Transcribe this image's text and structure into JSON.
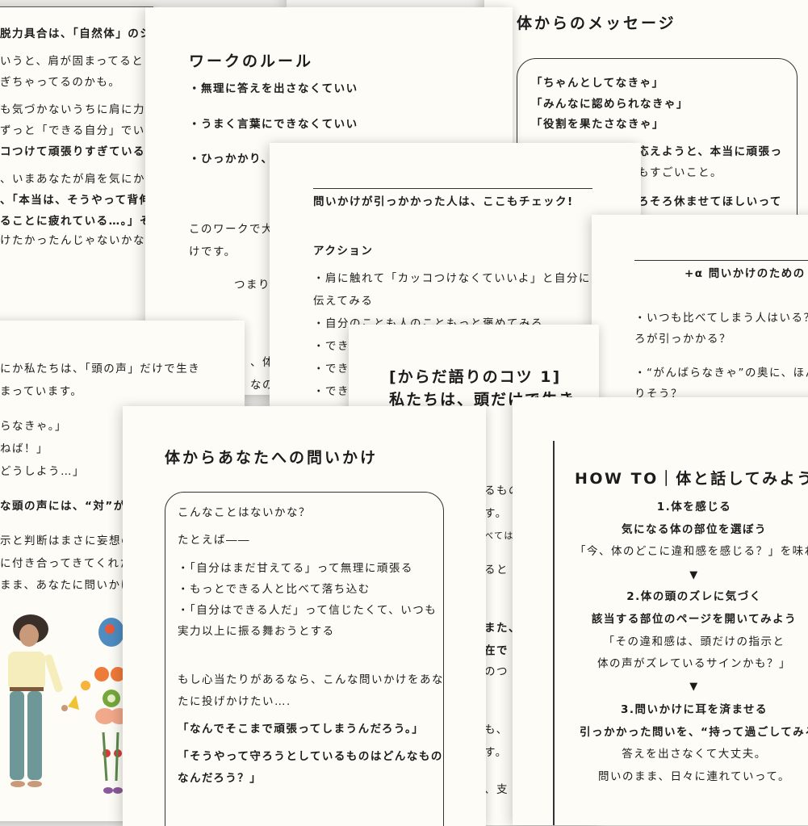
{
  "pages": {
    "p1": {
      "lines": [
        "脱力具合は、「自然体」のシ",
        "いうと、肩が固まってるとい",
        "ぎちゃってるのかも。",
        "も気づかないうちに肩に力が",
        "ずっと「できる自分」でいよ",
        "コつけて頑張りすぎている証",
        "、いまあなたが肩を気にかけ",
        "、「本当は、そうやって背伸",
        "ることに疲れている…。」そ",
        "けたかったんじゃないかな。"
      ]
    },
    "p2": {
      "title": "ワークのルール",
      "rules": [
        "・無理に答えを出さなくていい",
        "・うまく言葉にできなくていい",
        "・ひっかかり、"
      ],
      "body": [
        "このワークで大",
        "けです。",
        "つまり"
      ],
      "fragments": [
        "、体",
        "なのか"
      ]
    },
    "p3": {
      "title": "体からのメッセージ",
      "quotes": [
        "「ちゃんとしてなきゃ」",
        "「みんなに認められなきゃ」",
        "「役割を果たさなきゃ」"
      ],
      "lines": [
        "応えようと、本当に頑張っ",
        "もすごいこと。",
        "ろそろ休ませてほしいって"
      ]
    },
    "p4": {
      "heading": "問いかけが引っかかった人は、ここもチェック!",
      "section": "アクション",
      "items": [
        "・肩に触れて「カッコつけなくていいよ」と自分に",
        "伝えてみる",
        "・自分のことも人のこともっと褒めてみる",
        "・でき",
        "・でき",
        "・でき"
      ]
    },
    "p5": {
      "heading": "+α 問いかけのための",
      "items": [
        "・いつも比べてしまう人はいる？そ",
        "ろが引っかかる？",
        "・“がんばらなきゃ”の奥に、ほんと",
        "りそう？"
      ]
    },
    "p6": {
      "lines": [
        "にか私たちは、「頭の声」だけで生き",
        "まっています。",
        "らなきゃ。」",
        "ねば！」",
        "どうしよう…」",
        "な頭の声には、“対”がい",
        "示と判断はまさに妄想の",
        "に付き合ってきてくれた",
        "まま、あなたに問いかけ"
      ],
      "illustration": "woman-and-fruit-body-illustration"
    },
    "p7": {
      "title": "[からだ語りのコツ 1]",
      "subtitle": "私たちは、頭だけで生き",
      "fragments": [
        "るもの",
        "す。",
        "べては",
        "ると",
        "また、",
        "在で",
        "のつ",
        "も、",
        "す。",
        "、支"
      ]
    },
    "p8": {
      "title": "体からあなたへの問いかけ",
      "intro": "こんなことはないかな？",
      "example": "たとえば――",
      "items": [
        "・「自分はまだ甘えてる」って無理に頑張る",
        "・もっとできる人と比べて落ち込む",
        "・「自分はできる人だ」って信じたくて、いつも",
        "実力以上に振る舞おうとする"
      ],
      "lead": [
        "もし心当たりがあるなら、こんな問いかけをあな",
        "たに投げかけたい…."
      ],
      "questions": [
        "「なんでそこまで頑張ってしまうんだろう。」",
        "「そうやって守ろうとしているものはどんなもの",
        "なんだろう？」"
      ]
    },
    "p9": {
      "title": "HOW TO｜体と話してみよう",
      "step1": {
        "label": "1.体を感じる",
        "sub": "気になる体の部位を選ぼう",
        "desc": "「今、体のどこに違和感を感じる？」を味わ"
      },
      "arrow": "▼",
      "step2": {
        "label": "2.体の頭のズレに気づく",
        "sub": "該当する部位のページを開いてみよう",
        "desc1": "「その違和感は、頭だけの指示と",
        "desc2": "体の声がズレているサインかも？」"
      },
      "step3": {
        "label": "3.問いかけに耳を済ませる",
        "sub": "引っかかった問いを、“持って過ごしてみる",
        "desc1": "答えを出さなくて大丈夫。",
        "desc2": "問いのまま、日々に連れていって。"
      }
    }
  }
}
